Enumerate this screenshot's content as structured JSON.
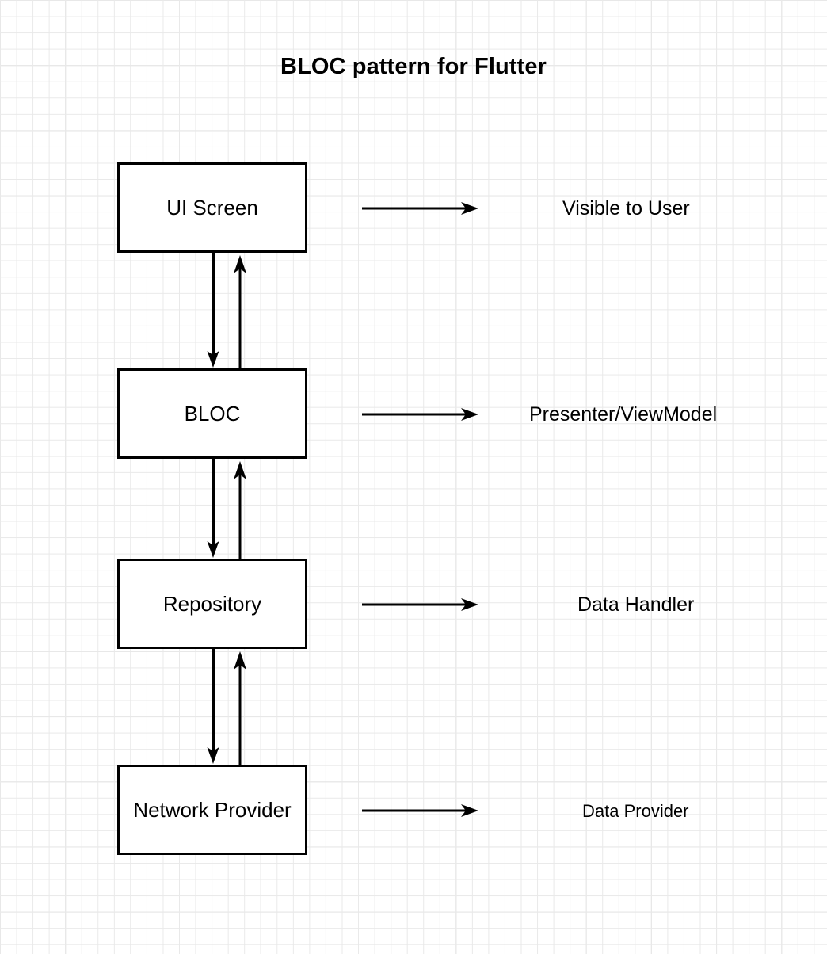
{
  "diagram": {
    "title": "BLOC pattern for Flutter",
    "background": "#ffffff",
    "grid_minor_color": "#e9e9e9",
    "grid_major_color": "#d5d5d5",
    "stroke_color": "#000000",
    "nodes": [
      {
        "id": "ui-screen",
        "label": "UI Screen"
      },
      {
        "id": "bloc",
        "label": "BLOC"
      },
      {
        "id": "repository",
        "label": "Repository"
      },
      {
        "id": "network-provider",
        "label": "Network Provider"
      }
    ],
    "side_labels": [
      {
        "id": "visible-to-user",
        "text": "Visible to User"
      },
      {
        "id": "presenter-viewmodel",
        "text": "Presenter/ViewModel"
      },
      {
        "id": "data-handler",
        "text": "Data Handler"
      },
      {
        "id": "data-provider",
        "text": "Data Provider"
      }
    ],
    "connectors": [
      {
        "id": "ui-bloc",
        "from": "UI Screen",
        "to": "BLOC",
        "directions": [
          "down",
          "up"
        ]
      },
      {
        "id": "bloc-repo",
        "from": "BLOC",
        "to": "Repository",
        "directions": [
          "down",
          "up"
        ]
      },
      {
        "id": "repo-network",
        "from": "Repository",
        "to": "Network Provider",
        "directions": [
          "down",
          "up"
        ]
      }
    ],
    "annotation_arrows": [
      {
        "id": "arrow-visible-to-user",
        "direction": "right"
      },
      {
        "id": "arrow-presenter-viewmodel",
        "direction": "right"
      },
      {
        "id": "arrow-data-handler",
        "direction": "right"
      },
      {
        "id": "arrow-data-provider",
        "direction": "right"
      }
    ]
  }
}
